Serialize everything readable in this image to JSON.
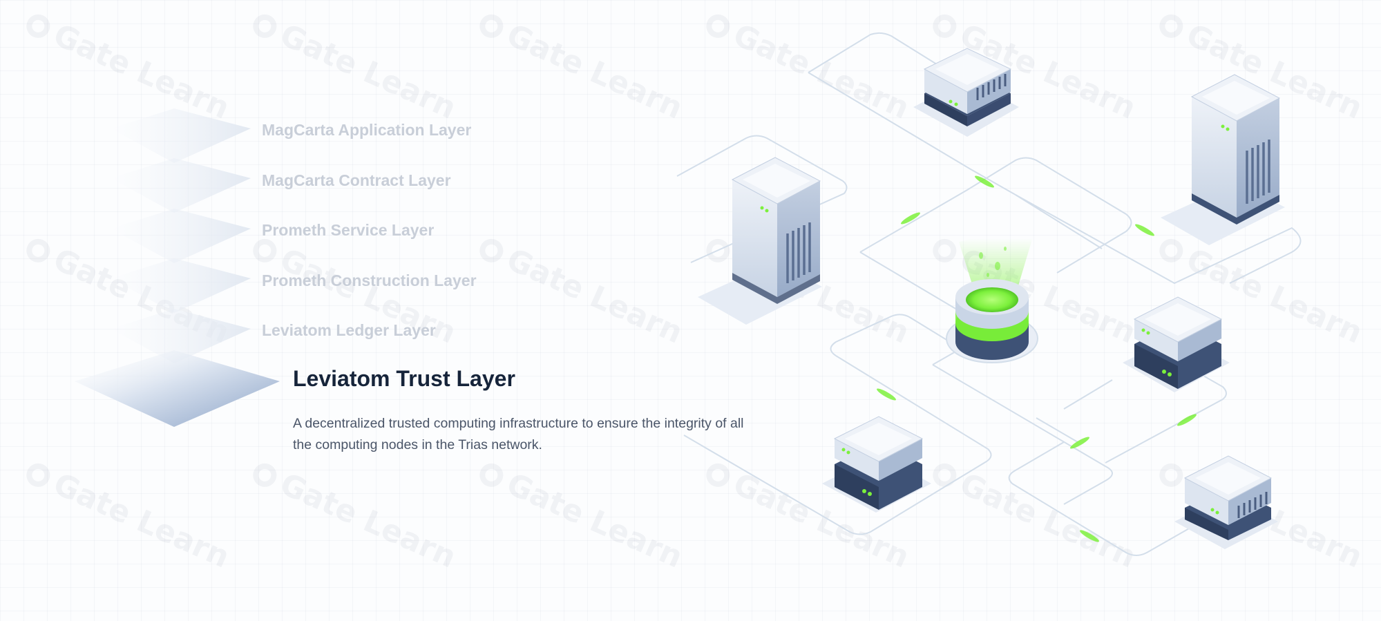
{
  "watermark": {
    "text": "Gate Learn"
  },
  "layers": [
    {
      "label": "MagCarta Application Layer"
    },
    {
      "label": "MagCarta Contract Layer"
    },
    {
      "label": "Prometh Service Layer"
    },
    {
      "label": "Prometh Construction Layer"
    },
    {
      "label": "Leviatom Ledger Layer"
    }
  ],
  "active_layer": {
    "title": "Leviatom Trust Layer",
    "description": "A decentralized trusted computing infrastructure to ensure the integrity of all the computing nodes in the Trias network."
  },
  "colors": {
    "accent_green": "#7cf03c",
    "title_dark": "#16243a",
    "layer_inactive": "#c8ced8",
    "server_light": "#c9d5e6",
    "server_dark": "#3e5276",
    "line": "#d3deea"
  },
  "icons": [
    "server-tower-icon",
    "server-block-icon",
    "trusted-core-node-icon",
    "data-packet-icon"
  ]
}
